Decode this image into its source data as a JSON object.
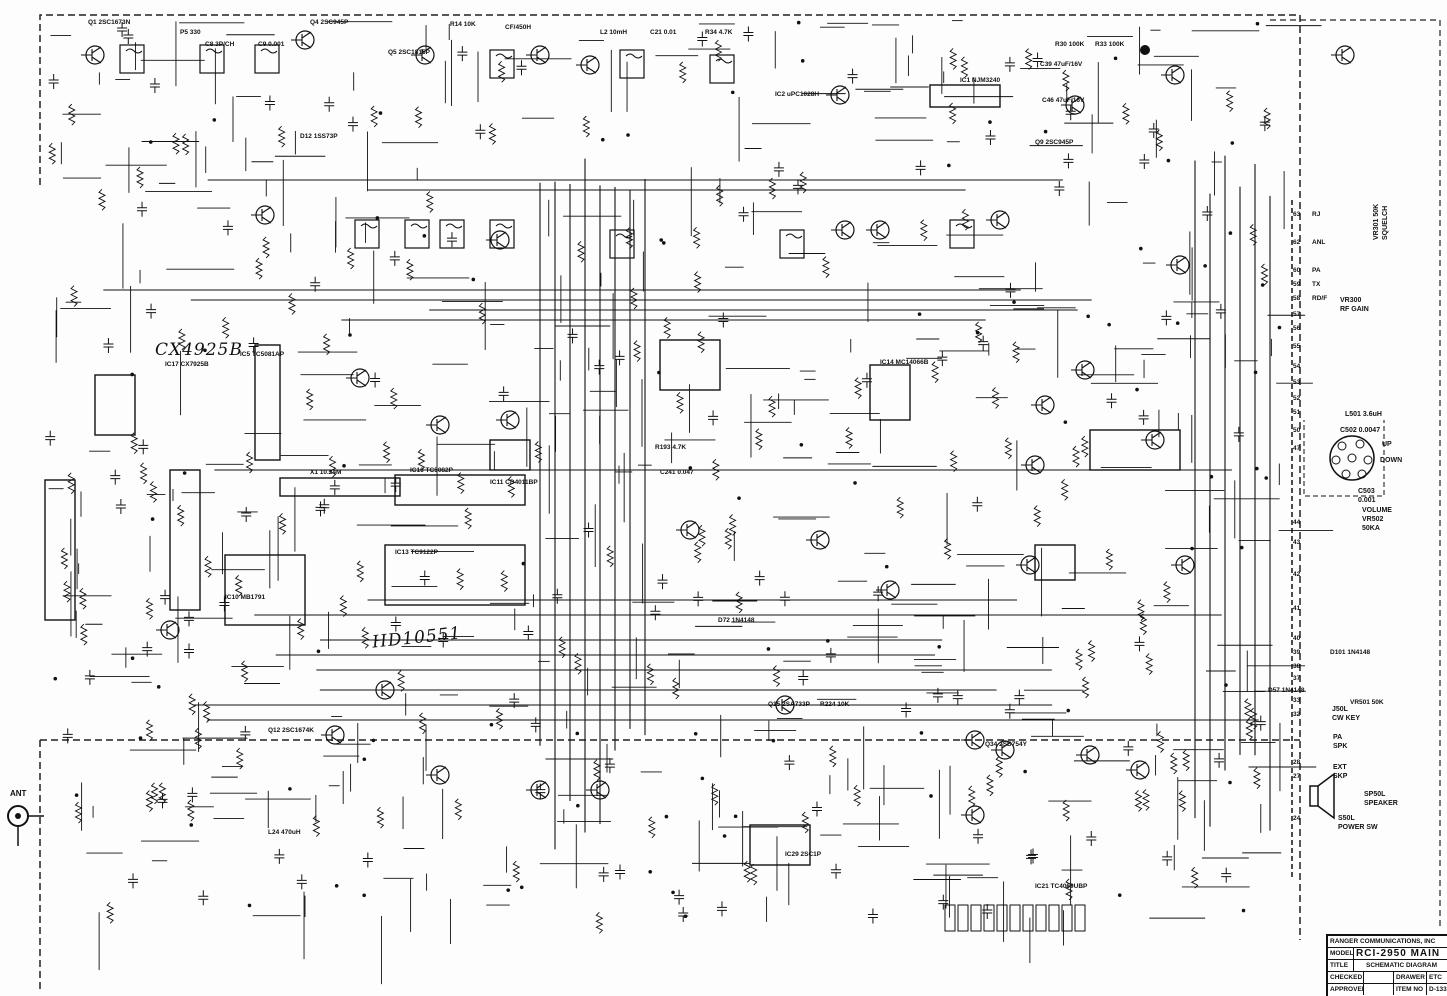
{
  "diagram": {
    "title_block": {
      "company": "RANGER COMMUNICATIONS, INC",
      "model_label": "MODEL",
      "model": "RCI-2950 MAIN",
      "title_label": "TITLE",
      "title": "SCHEMATIC DIAGRAM",
      "checked_label": "CHECKED",
      "drawer_label": "DRAWER",
      "drawer_value": "ETC",
      "approved_label": "APPROVED",
      "item_no_label": "ITEM NO",
      "item_no_value": "D-133"
    },
    "handwritten": {
      "ic17_note": "CX4925B",
      "hd_note": "HD10551"
    },
    "antenna": "ANT",
    "connectors": {
      "cw_key": "J50L\nCW KEY",
      "pa": "PA\nSPK",
      "ext": "EXT\nSKP",
      "speaker": "SP50L\nSPEAKER",
      "power": "S50L\nPOWER SW",
      "volume": "VOLUME\nVR502\n50KA",
      "squelch": "VR301 50K\nSQUELCH",
      "rf_gain": "VR300\nRF GAIN",
      "mic_cap": "C502 0.0047",
      "mic_coil": "L501 3.6uH",
      "up": "UP",
      "down": "DOWN",
      "c503": "C503\n0.001"
    },
    "pins": [
      "63",
      "62",
      "60",
      "59",
      "58",
      "57",
      "56",
      "55",
      "54",
      "53",
      "52",
      "51",
      "50",
      "47",
      "44",
      "43",
      "42",
      "41",
      "40",
      "39",
      "38",
      "37",
      "33",
      "32",
      "28",
      "27",
      "24"
    ],
    "pin_labels": [
      "RJ",
      "ANL",
      "PA",
      "TX",
      "RD/F"
    ],
    "components": [
      "Q1 2SC1673N",
      "P5 330",
      "C8 3P/CH",
      "C9 0.001",
      "Q4 2SC945P",
      "Q5 2SC1815P",
      "R14 10K",
      "CF/450H",
      "L2 10mH",
      "C21 0.01",
      "R34 4.7K",
      "IC1 NJM3240",
      "C39 47uF/16V",
      "C46 47uF/16V",
      "R30 100K",
      "R33 100K",
      "Q9 2SC945P",
      "D12 1SS73P",
      "IC2 uPC1028H",
      "IC17 CX7925B",
      "IC5 TC5081AP",
      "IC11 CD4011BP",
      "IC13 TC9122P",
      "IC14 MC14066B",
      "IC16 TC5082P",
      "IC10 MB1791",
      "X1 10.24M",
      "L24 470uH",
      "Q12 2SC1674K",
      "Q15 2SA733P",
      "IC21 TC4069UBP",
      "IC29 2SC1P",
      "Q34 2SD754Y",
      "D101 1N4148",
      "R193 4.7K",
      "VR501 50K",
      "D57 1N4148",
      "D72 1N4148",
      "R224 10K",
      "C241 0.047"
    ]
  }
}
